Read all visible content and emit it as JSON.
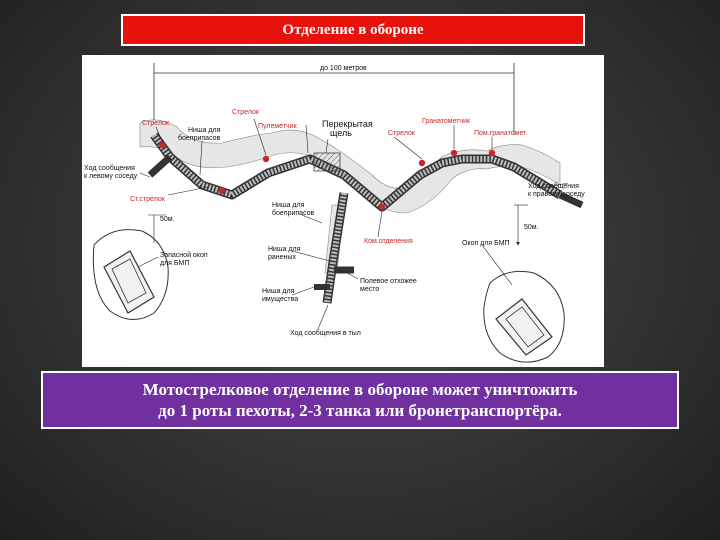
{
  "title": "Отделение в обороне",
  "diagram": {
    "distance_label": "до 100 метров",
    "labels": {
      "strelok_left": "Стрелок",
      "strelok_top": "Стрелок",
      "pulemetchik": "Пулеметчик",
      "nisha_boepripasov_top_1": "Ниша для",
      "nisha_boepripasov_top_2": "боеприпасов",
      "perekrytaya_1": "Перекрытая",
      "perekrytaya_2": "щель",
      "strelok_right": "Стрелок",
      "granatometchik": "Гранатометчик",
      "pom_granatometchika": "Пом.гранатомет.",
      "hod_left_1": "Ход сообщения",
      "hod_left_2": "к левому соседу",
      "st_strelok": "Ст.стрелок",
      "dist_50_left": "50м.",
      "nisha_boepripasov_mid_1": "Ниша для",
      "nisha_boepripasov_mid_2": "боеприпасов",
      "kom_otdeleniya": "Ком.отделения",
      "hod_right_1": "Ход сообщения",
      "hod_right_2": "к правому соседу",
      "dist_50_right": "50м.",
      "zapasnoy_okop_1": "Запасной окоп",
      "zapasnoy_okop_2": "для БМП",
      "okop_bmp": "Окоп для БМП",
      "nisha_ranenyh_1": "Ниша для",
      "nisha_ranenyh_2": "раненых",
      "polevoe_othozhee_1": "Полевое отхожее",
      "polevoe_othozhee_2": "место",
      "nisha_imushchestva_1": "Ниша для",
      "nisha_imushchestva_2": "имущества",
      "hod_tyl": "Ход сообщения в тыл"
    }
  },
  "caption": {
    "line1": "Мотострелковое отделение в обороне может уничтожить",
    "line2": "до 1 роты пехоты, 2-3 танка или бронетранспортёра."
  },
  "colors": {
    "title_bg": "#e8120c",
    "caption_bg": "#7030a0",
    "position_marker": "#c62828"
  }
}
